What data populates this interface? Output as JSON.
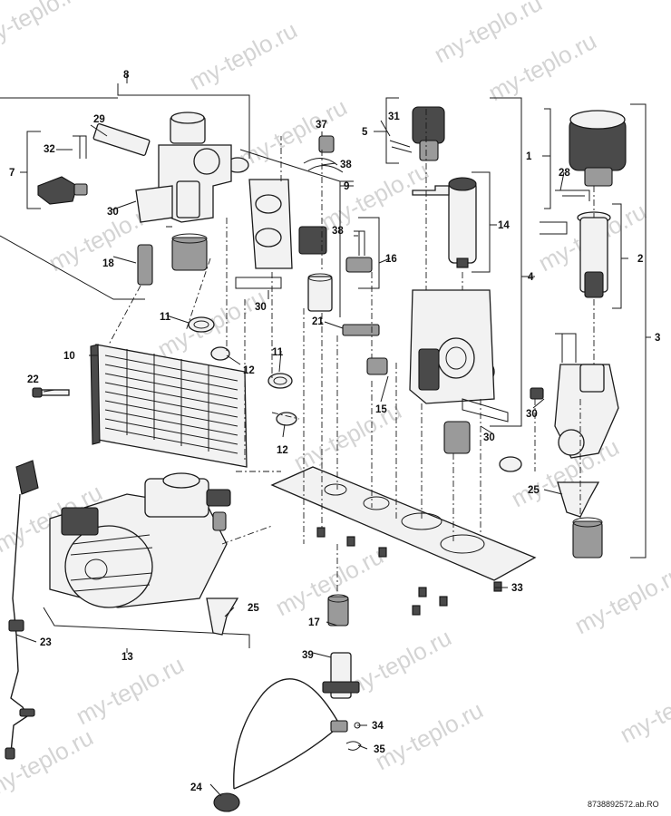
{
  "watermark": "my-teplo.ru",
  "reference_code": "8738892572.ab.RO",
  "callouts": {
    "c1": "1",
    "c2": "2",
    "c3": "3",
    "c4": "4",
    "c5": "5",
    "c7": "7",
    "c8": "8",
    "c9": "9",
    "c10": "10",
    "c11a": "11",
    "c11b": "11",
    "c12a": "12",
    "c12b": "12",
    "c13": "13",
    "c14": "14",
    "c15": "15",
    "c16": "16",
    "c17": "17",
    "c18": "18",
    "c21": "21",
    "c22": "22",
    "c23": "23",
    "c24": "24",
    "c25a": "25",
    "c25b": "25",
    "c28": "28",
    "c29": "29",
    "c30a": "30",
    "c30b": "30",
    "c30c": "30",
    "c30d": "30",
    "c31": "31",
    "c32": "32",
    "c33": "33",
    "c34": "34",
    "c35": "35",
    "c37": "37",
    "c38a": "38",
    "c38b": "38",
    "c39": "39"
  }
}
